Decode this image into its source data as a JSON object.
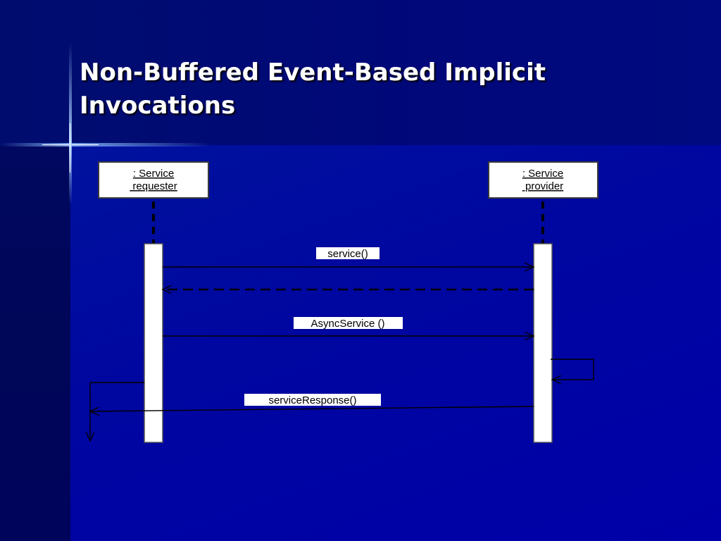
{
  "slide": {
    "title": "Non-Buffered Event-Based Implicit Invocations"
  },
  "diagram": {
    "type": "sequence",
    "lifelines": [
      {
        "id": "requester",
        "label_lines": [
          ": Service",
          " requester"
        ]
      },
      {
        "id": "provider",
        "label_lines": [
          ": Service",
          " provider"
        ]
      }
    ],
    "messages": [
      {
        "label": "service()",
        "from": "requester",
        "to": "provider",
        "style": "solid"
      },
      {
        "label": "",
        "from": "provider",
        "to": "requester",
        "style": "dashed-return"
      },
      {
        "label": "AsyncService ()",
        "from": "requester",
        "to": "provider",
        "style": "solid"
      },
      {
        "label": "",
        "from": "provider",
        "to": "provider",
        "style": "self-call"
      },
      {
        "label": "serviceResponse()",
        "from": "provider",
        "to": "requester",
        "style": "solid"
      }
    ]
  },
  "colors": {
    "background": "#0008a0",
    "title_text": "#ffffff",
    "diagram_box": "#ffffff",
    "diagram_line": "#000000"
  }
}
